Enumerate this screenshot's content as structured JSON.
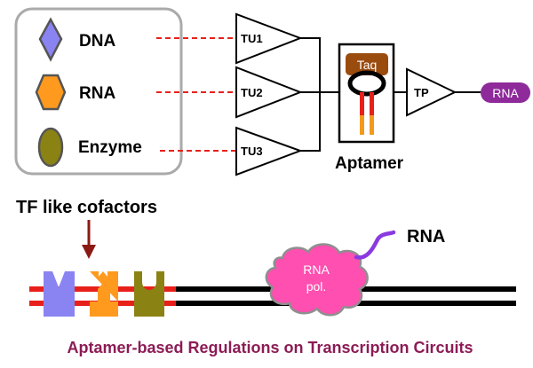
{
  "legend": {
    "items": [
      {
        "label": "DNA",
        "color": "#8a84f2"
      },
      {
        "label": "RNA",
        "color": "#ff9a1e"
      },
      {
        "label": "Enzyme",
        "color": "#8b8214"
      }
    ],
    "caption": "TF like cofactors"
  },
  "circuit": {
    "units": [
      "TU1",
      "TU2",
      "TU3"
    ],
    "aptamer_label": "Aptamer",
    "taq_label": "Taq",
    "tp_label": "TP",
    "output_label": "RNA"
  },
  "transcription": {
    "polymerase_line1": "RNA",
    "polymerase_line2": "pol.",
    "rna_label": "RNA"
  },
  "footer_title": "Aptamer-based Regulations on Transcription Circuits",
  "colors": {
    "dashed": "#e8201a",
    "arrow": "#8b1a14",
    "taq": "#9a4b0e",
    "output_pill": "#8e2a9a",
    "polymerase": "#ff4fb0",
    "rna_strand": "#8a3ae0",
    "title": "#8c1c55",
    "helix_red": "#e8201a",
    "helix_orange": "#f39a1e"
  }
}
